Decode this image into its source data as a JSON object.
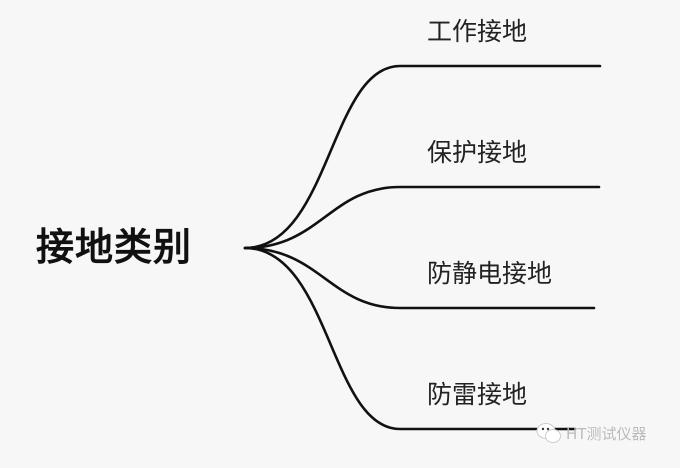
{
  "diagram": {
    "type": "mind-map",
    "root": {
      "label": "接地类别"
    },
    "branches": [
      {
        "label": "工作接地"
      },
      {
        "label": "保护接地"
      },
      {
        "label": "防静电接地"
      },
      {
        "label": "防雷接地"
      }
    ]
  },
  "watermark": {
    "icon": "wechat-icon",
    "text": "HT测试仪器"
  },
  "colors": {
    "background": "#f7f7f7",
    "line": "#111111",
    "text": "#222222"
  }
}
